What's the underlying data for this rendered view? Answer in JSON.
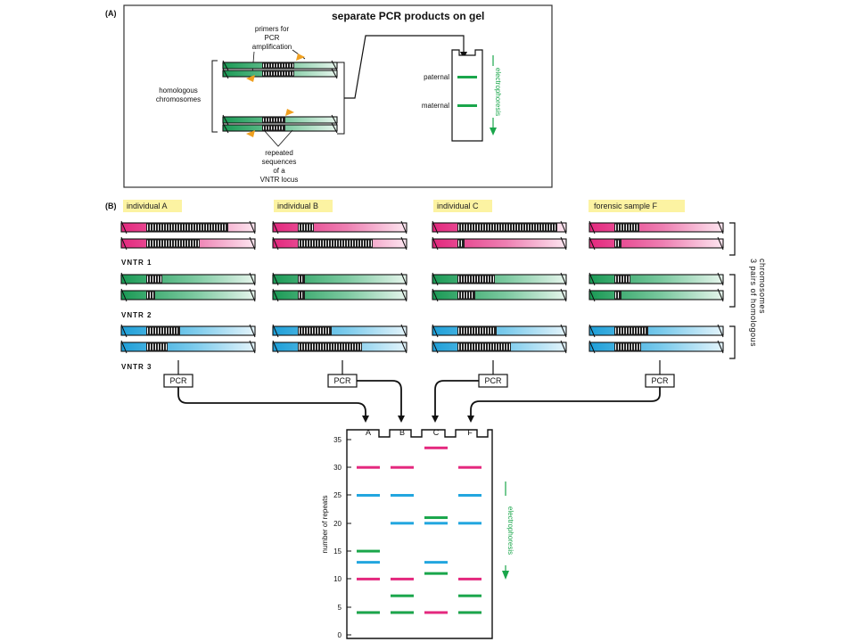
{
  "panel_a": {
    "label": "(A)",
    "title": "separate PCR products on gel",
    "primers_label": [
      "primers for",
      "PCR",
      "amplification"
    ],
    "homologous_label": [
      "homologous",
      "chromosomes"
    ],
    "repeated_label": [
      "repeated",
      "sequences",
      "of a",
      "VNTR locus"
    ],
    "paternal": "paternal",
    "maternal": "maternal",
    "electrophoresis": "electrophoresis"
  },
  "panel_b": {
    "label": "(B)",
    "headers": [
      "individual A",
      "individual B",
      "individual C",
      "forensic sample F"
    ],
    "vntr_labels": [
      "VNTR 1",
      "VNTR 2",
      "VNTR 3"
    ],
    "side_label": [
      "3 pairs of homologous",
      "chromosomes"
    ],
    "pcr_label": "PCR"
  },
  "gel": {
    "lanes": [
      "A",
      "B",
      "C",
      "F"
    ],
    "ylabel": "number of repeats",
    "ticks": [
      "0",
      "5",
      "10",
      "15",
      "20",
      "25",
      "30",
      "35"
    ],
    "electrophoresis": "electrophoresis"
  },
  "colors": {
    "pink": "#e4287e",
    "green": "#1aa64b",
    "blue": "#22a6df",
    "orange": "#f0a020",
    "tab": "#fcf3a2"
  },
  "chart_data": {
    "type": "gel",
    "ylabel": "number of repeats",
    "ylim": [
      0,
      37
    ],
    "categories": [
      "A",
      "B",
      "C",
      "F"
    ],
    "series": [
      {
        "color": "pink",
        "values": [
          [
            30,
            10,
            4
          ],
          [
            30,
            10,
            4
          ],
          [
            33.5,
            4
          ],
          [
            30,
            10,
            4
          ]
        ]
      },
      {
        "color": "green",
        "values": [
          [
            15,
            4
          ],
          [
            7,
            4
          ],
          [
            21,
            11
          ],
          [
            7,
            4
          ]
        ]
      },
      {
        "color": "blue",
        "values": [
          [
            25,
            13
          ],
          [
            25,
            20
          ],
          [
            20,
            13
          ],
          [
            25,
            20
          ]
        ]
      }
    ]
  }
}
